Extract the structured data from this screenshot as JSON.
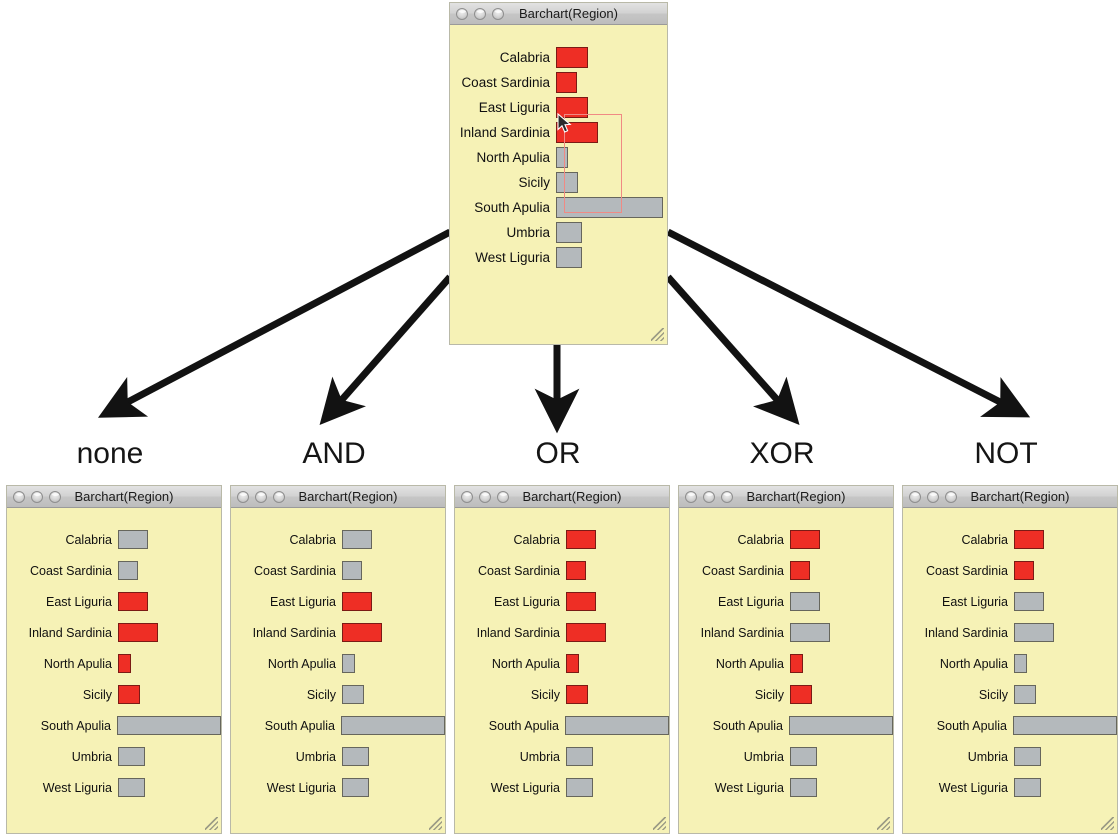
{
  "window": {
    "title": "Barchart(Region)",
    "buttons": [
      "close-dot",
      "minimize-dot",
      "zoom-dot"
    ]
  },
  "colors": {
    "selected": "#EE2E25",
    "unselected": "#B4B9BC",
    "panel_background": "#F6F2B6",
    "titlebar": "#CFCFCF",
    "rubber_band": "#F08A84",
    "arrow": "#121212"
  },
  "categories": [
    "Calabria",
    "Coast Sardinia",
    "East Liguria",
    "Inland Sardinia",
    "North Apulia",
    "Sicily",
    "South Apulia",
    "Umbria",
    "West Liguria"
  ],
  "chart_data": {
    "type": "bar",
    "title": "Barchart(Region)",
    "xlabel": "",
    "ylabel": "Region",
    "orientation": "horizontal",
    "categories": [
      "Calabria",
      "Coast Sardinia",
      "East Liguria",
      "Inland Sardinia",
      "North Apulia",
      "Sicily",
      "South Apulia",
      "Umbria",
      "West Liguria"
    ],
    "values": [
      32,
      21,
      32,
      42,
      12,
      22,
      107,
      26,
      26
    ],
    "value_unit": "px-width",
    "xlim": [
      0,
      110
    ],
    "grid": false,
    "legend": null,
    "panels": [
      {
        "name": "source",
        "caption": "",
        "selected": [
          "East Liguria",
          "Inland Sardinia",
          "Calabria",
          "Coast Sardinia"
        ],
        "states": [
          "selected",
          "selected",
          "selected",
          "selected",
          "unselected",
          "unselected",
          "unselected",
          "unselected",
          "unselected"
        ]
      },
      {
        "name": "none",
        "caption": "none",
        "selected": [
          "East Liguria",
          "Inland Sardinia",
          "North Apulia",
          "Sicily"
        ],
        "states": [
          "unselected",
          "unselected",
          "selected",
          "selected",
          "selected",
          "selected",
          "unselected",
          "unselected",
          "unselected"
        ]
      },
      {
        "name": "and",
        "caption": "AND",
        "selected": [
          "East Liguria",
          "Inland Sardinia"
        ],
        "states": [
          "unselected",
          "unselected",
          "selected",
          "selected",
          "unselected",
          "unselected",
          "unselected",
          "unselected",
          "unselected"
        ]
      },
      {
        "name": "or",
        "caption": "OR",
        "selected": [
          "Calabria",
          "Coast Sardinia",
          "East Liguria",
          "Inland Sardinia",
          "North Apulia",
          "Sicily"
        ],
        "states": [
          "selected",
          "selected",
          "selected",
          "selected",
          "selected",
          "selected",
          "unselected",
          "unselected",
          "unselected"
        ]
      },
      {
        "name": "xor",
        "caption": "XOR",
        "selected": [
          "Calabria",
          "Coast Sardinia",
          "North Apulia",
          "Sicily"
        ],
        "states": [
          "selected",
          "selected",
          "unselected",
          "unselected",
          "selected",
          "selected",
          "unselected",
          "unselected",
          "unselected"
        ]
      },
      {
        "name": "not",
        "caption": "NOT",
        "selected": [
          "Calabria",
          "Coast Sardinia"
        ],
        "states": [
          "selected",
          "selected",
          "unselected",
          "unselected",
          "unselected",
          "unselected",
          "unselected",
          "unselected",
          "unselected"
        ]
      }
    ]
  },
  "source_panel": {
    "title": "Barchart(Region)",
    "rows": [
      {
        "label": "Calabria",
        "value": 32,
        "state": "selected"
      },
      {
        "label": "Coast Sardinia",
        "value": 21,
        "state": "selected"
      },
      {
        "label": "East Liguria",
        "value": 32,
        "state": "selected"
      },
      {
        "label": "Inland Sardinia",
        "value": 42,
        "state": "selected"
      },
      {
        "label": "North Apulia",
        "value": 12,
        "state": "unselected"
      },
      {
        "label": "Sicily",
        "value": 22,
        "state": "unselected"
      },
      {
        "label": "South Apulia",
        "value": 107,
        "state": "unselected"
      },
      {
        "label": "Umbria",
        "value": 26,
        "state": "unselected"
      },
      {
        "label": "West Liguria",
        "value": 26,
        "state": "unselected"
      }
    ]
  },
  "result_panels": [
    {
      "caption": "none",
      "title": "Barchart(Region)",
      "rows": [
        {
          "label": "Calabria",
          "value": 30,
          "state": "unselected"
        },
        {
          "label": "Coast Sardinia",
          "value": 20,
          "state": "unselected"
        },
        {
          "label": "East Liguria",
          "value": 30,
          "state": "selected"
        },
        {
          "label": "Inland Sardinia",
          "value": 40,
          "state": "selected"
        },
        {
          "label": "North Apulia",
          "value": 13,
          "state": "selected"
        },
        {
          "label": "Sicily",
          "value": 22,
          "state": "selected"
        },
        {
          "label": "South Apulia",
          "value": 105,
          "state": "unselected"
        },
        {
          "label": "Umbria",
          "value": 27,
          "state": "unselected"
        },
        {
          "label": "West Liguria",
          "value": 27,
          "state": "unselected"
        }
      ]
    },
    {
      "caption": "AND",
      "title": "Barchart(Region)",
      "rows": [
        {
          "label": "Calabria",
          "value": 30,
          "state": "unselected"
        },
        {
          "label": "Coast Sardinia",
          "value": 20,
          "state": "unselected"
        },
        {
          "label": "East Liguria",
          "value": 30,
          "state": "selected"
        },
        {
          "label": "Inland Sardinia",
          "value": 40,
          "state": "selected"
        },
        {
          "label": "North Apulia",
          "value": 13,
          "state": "unselected"
        },
        {
          "label": "Sicily",
          "value": 22,
          "state": "unselected"
        },
        {
          "label": "South Apulia",
          "value": 105,
          "state": "unselected"
        },
        {
          "label": "Umbria",
          "value": 27,
          "state": "unselected"
        },
        {
          "label": "West Liguria",
          "value": 27,
          "state": "unselected"
        }
      ]
    },
    {
      "caption": "OR",
      "title": "Barchart(Region)",
      "rows": [
        {
          "label": "Calabria",
          "value": 30,
          "state": "selected"
        },
        {
          "label": "Coast Sardinia",
          "value": 20,
          "state": "selected"
        },
        {
          "label": "East Liguria",
          "value": 30,
          "state": "selected"
        },
        {
          "label": "Inland Sardinia",
          "value": 40,
          "state": "selected"
        },
        {
          "label": "North Apulia",
          "value": 13,
          "state": "selected"
        },
        {
          "label": "Sicily",
          "value": 22,
          "state": "selected"
        },
        {
          "label": "South Apulia",
          "value": 105,
          "state": "unselected"
        },
        {
          "label": "Umbria",
          "value": 27,
          "state": "unselected"
        },
        {
          "label": "West Liguria",
          "value": 27,
          "state": "unselected"
        }
      ]
    },
    {
      "caption": "XOR",
      "title": "Barchart(Region)",
      "rows": [
        {
          "label": "Calabria",
          "value": 30,
          "state": "selected"
        },
        {
          "label": "Coast Sardinia",
          "value": 20,
          "state": "selected"
        },
        {
          "label": "East Liguria",
          "value": 30,
          "state": "unselected"
        },
        {
          "label": "Inland Sardinia",
          "value": 40,
          "state": "unselected"
        },
        {
          "label": "North Apulia",
          "value": 13,
          "state": "selected"
        },
        {
          "label": "Sicily",
          "value": 22,
          "state": "selected"
        },
        {
          "label": "South Apulia",
          "value": 105,
          "state": "unselected"
        },
        {
          "label": "Umbria",
          "value": 27,
          "state": "unselected"
        },
        {
          "label": "West Liguria",
          "value": 27,
          "state": "unselected"
        }
      ]
    },
    {
      "caption": "NOT",
      "title": "Barchart(Region)",
      "rows": [
        {
          "label": "Calabria",
          "value": 30,
          "state": "selected"
        },
        {
          "label": "Coast Sardinia",
          "value": 20,
          "state": "selected"
        },
        {
          "label": "East Liguria",
          "value": 30,
          "state": "unselected"
        },
        {
          "label": "Inland Sardinia",
          "value": 40,
          "state": "unselected"
        },
        {
          "label": "North Apulia",
          "value": 13,
          "state": "unselected"
        },
        {
          "label": "Sicily",
          "value": 22,
          "state": "unselected"
        },
        {
          "label": "South Apulia",
          "value": 105,
          "state": "unselected"
        },
        {
          "label": "Umbria",
          "value": 27,
          "state": "unselected"
        },
        {
          "label": "West Liguria",
          "value": 27,
          "state": "unselected"
        }
      ]
    }
  ]
}
